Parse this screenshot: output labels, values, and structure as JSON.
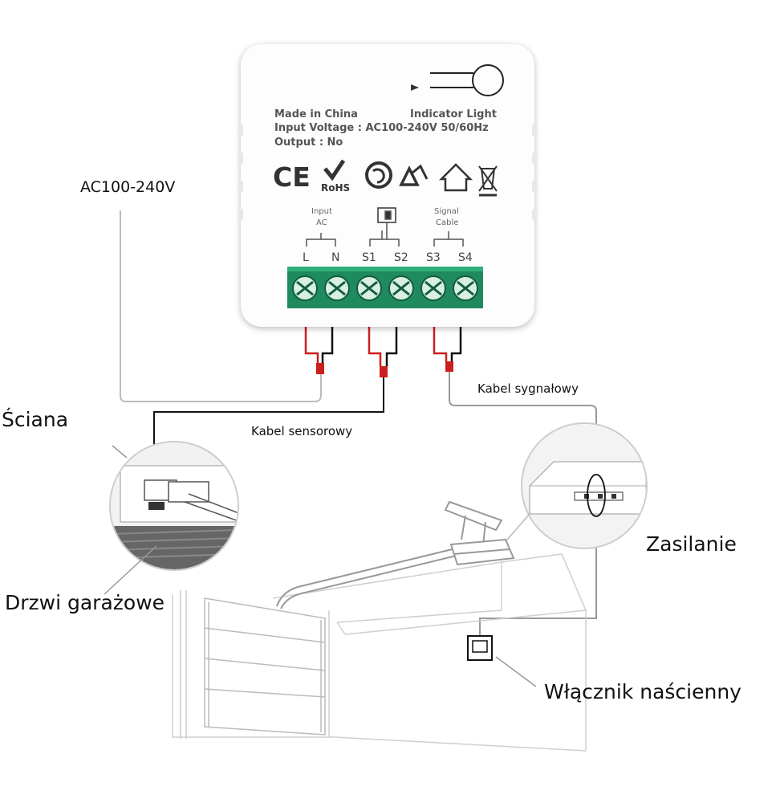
{
  "labels": {
    "ac_supply": "AC100-240V",
    "wall": "Ściana",
    "garage_door": "Drzwi garażowe",
    "sensor_cable": "Kabel sensorowy",
    "signal_cable": "Kabel sygnałowy",
    "power_supply": "Zasilanie",
    "wall_switch": "Włącznik naścienny"
  },
  "device": {
    "made_in": "Made in China",
    "input_voltage": "Input Voltage : AC100-240V 50/60Hz",
    "output": "Output :  No",
    "indicator": "Indicator Light",
    "cert_ce": "CE",
    "cert_rohs": "RoHS",
    "group_input": "Input",
    "group_input_ac": "AC",
    "group_signal": "Signal",
    "group_signal_cable": "Cable",
    "terminals": [
      "L",
      "N",
      "S1",
      "S2",
      "S3",
      "S4"
    ]
  },
  "colors": {
    "terminal_green": "#1e8a5e",
    "wire_red": "#cc1f1f",
    "wire_black": "#111111",
    "wire_gray": "#999999"
  }
}
